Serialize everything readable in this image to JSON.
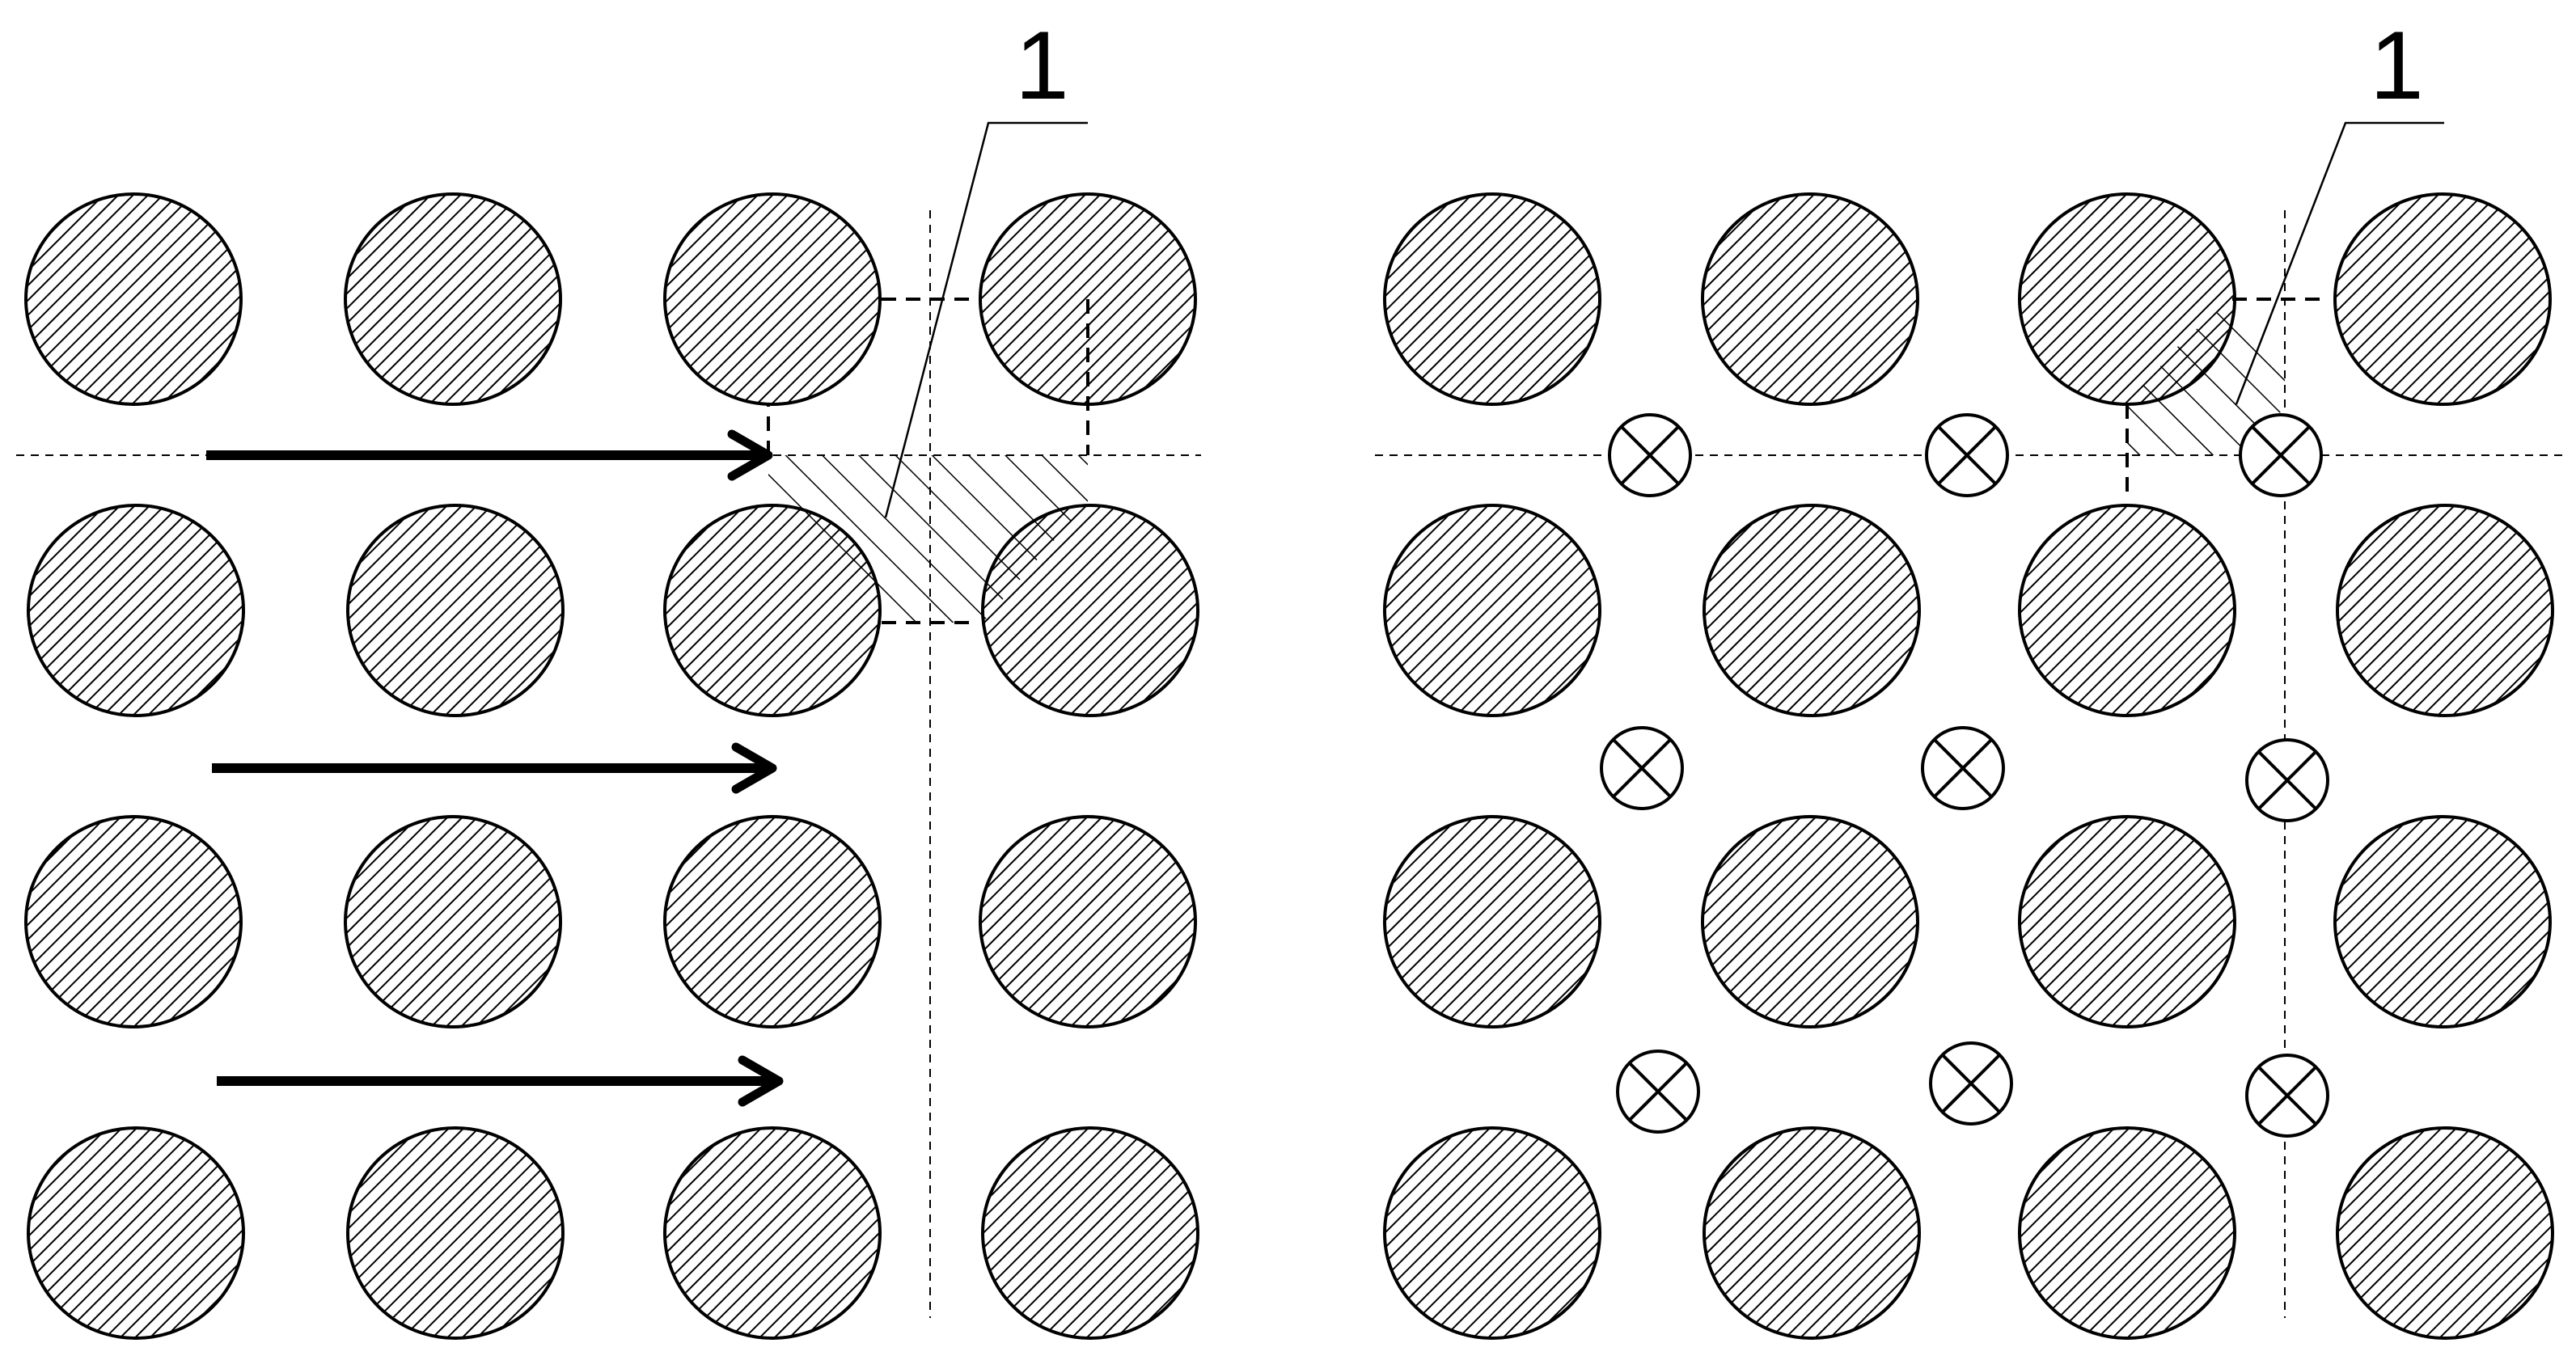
{
  "diagram": {
    "left_panel": {
      "label": "1",
      "rod_rows": 4,
      "rod_cols": 4,
      "flow_arrows": 3,
      "markers": "none"
    },
    "right_panel": {
      "label": "1",
      "rod_rows": 4,
      "rod_cols": 4,
      "flow_arrows": 0,
      "markers": "cross-circle",
      "marker_count": 9
    },
    "colors": {
      "stroke": "#000000",
      "background": "#ffffff"
    }
  }
}
